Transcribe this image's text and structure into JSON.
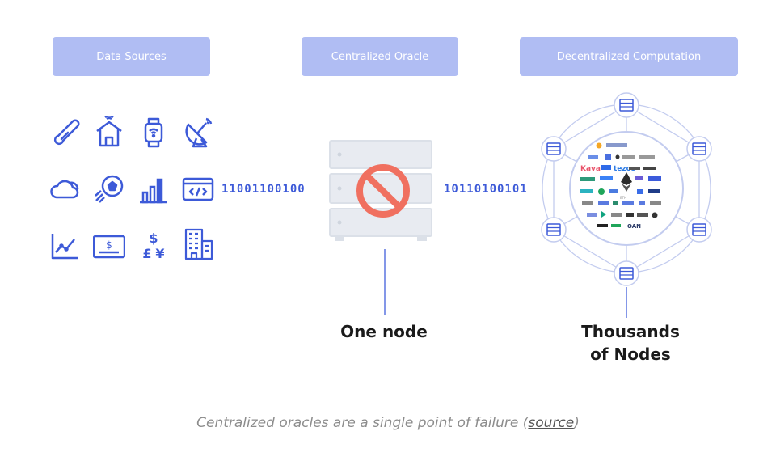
{
  "headers": {
    "data_sources": "Data Sources",
    "centralized_oracle": "Centralized Oracle",
    "decentralized_computation": "Decentralized Computation"
  },
  "bits": {
    "input": "11001100100",
    "output": "10110100101"
  },
  "labels": {
    "one_node": "One node",
    "thousands_line1": "Thousands",
    "thousands_line2": "of Nodes"
  },
  "caption": {
    "text": "Centralized oracles are a single point of failure (",
    "link": "source",
    "close": ")"
  },
  "data_source_icons": [
    "thermometer-icon",
    "house-wifi-icon",
    "smartwatch-icon",
    "satellite-dish-icon",
    "cloud-icon",
    "soccer-ball-icon",
    "bar-chart-icon",
    "code-window-icon",
    "line-chart-icon",
    "payment-card-icon",
    "currency-icon",
    "building-icon"
  ],
  "network_logos": [
    "Kava",
    "tezos",
    "ETH",
    "OAN"
  ],
  "colors": {
    "accent": "#3d5ad8",
    "pill": "#b0bdf3",
    "prohibit": "#f07060",
    "server": "#e6e9ef",
    "network": "#c3ccef"
  }
}
